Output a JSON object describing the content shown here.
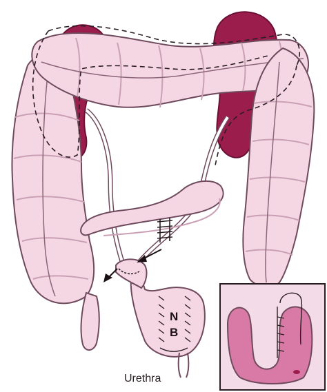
{
  "labels": {
    "neobladder_n": "N",
    "neobladder_b": "B",
    "urethra": "Urethra"
  },
  "colors": {
    "bowel_fill": "#f5d6e3",
    "bowel_stroke": "#6e4a5c",
    "kidney": "#9a1d4c",
    "inset_fill": "#d97aa6",
    "inset_background": "#f3dbe7"
  }
}
